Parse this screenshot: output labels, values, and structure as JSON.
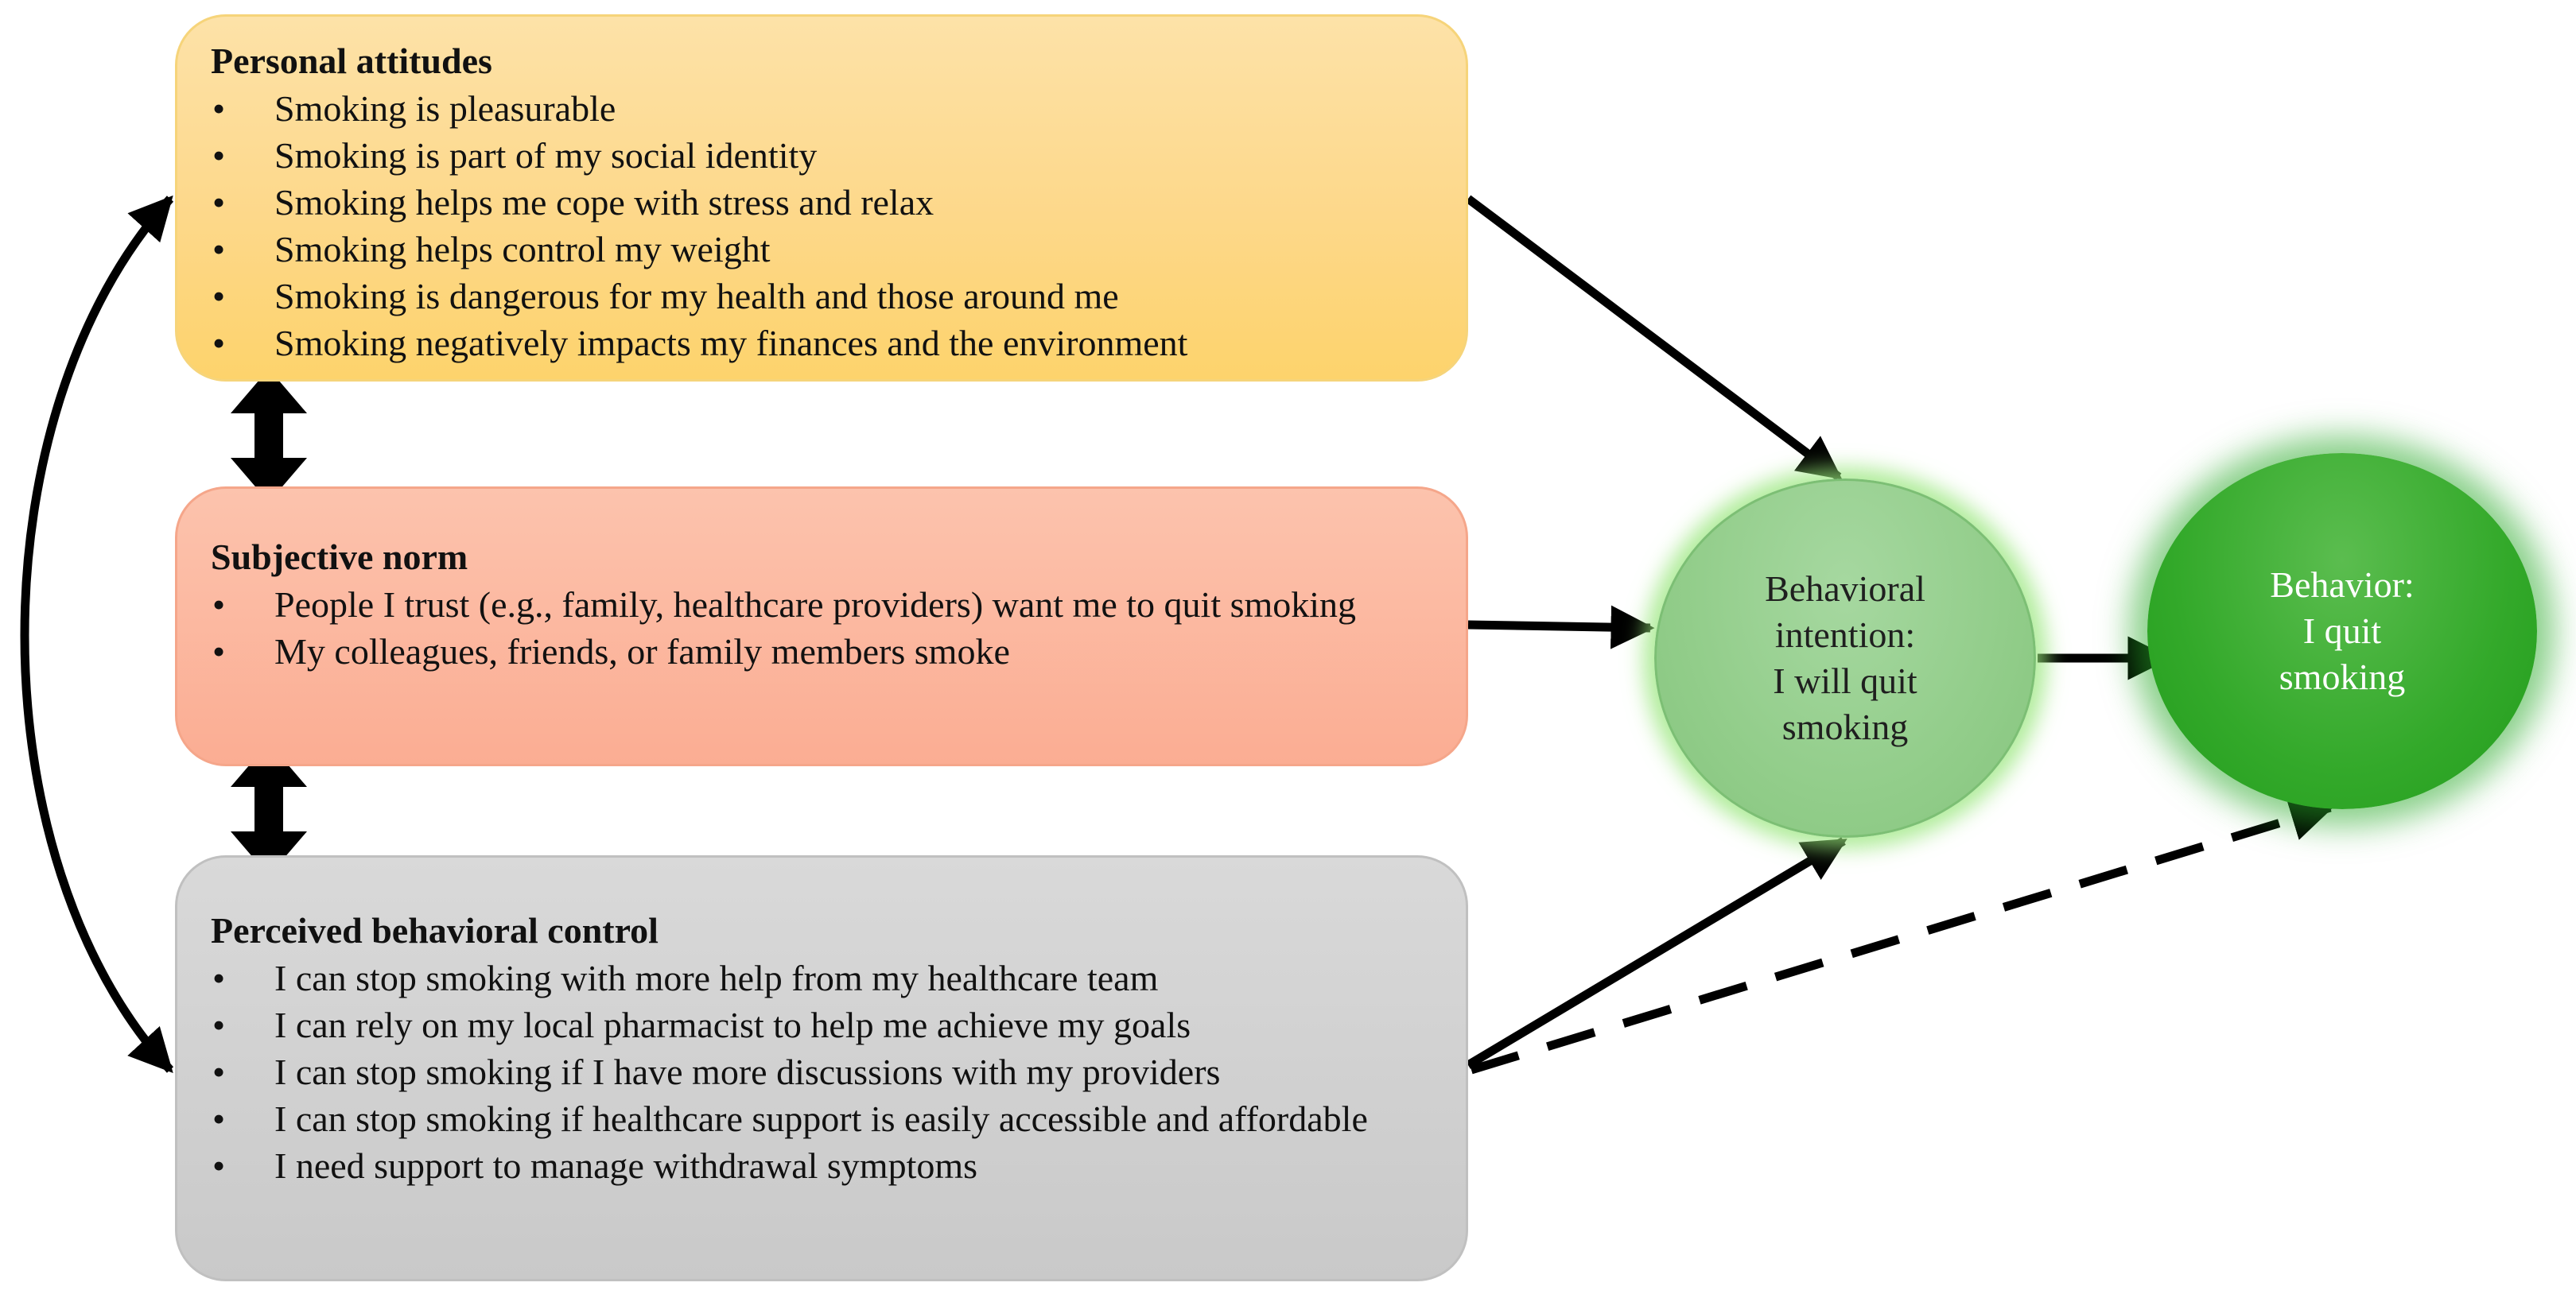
{
  "boxes": {
    "attitudes": {
      "title": "Personal attitudes",
      "items": [
        "Smoking is pleasurable",
        "Smoking is part of my social identity",
        "Smoking helps me cope with stress and relax",
        "Smoking helps control my weight",
        "Smoking is dangerous for my health and those around me",
        "Smoking negatively impacts my finances and the environment"
      ],
      "color": "#fdd88a"
    },
    "norm": {
      "title": "Subjective norm",
      "items": [
        "People I trust (e.g., family, healthcare providers) want me to quit smoking",
        "My colleagues, friends, or family members smoke"
      ],
      "color": "#fbad93"
    },
    "control": {
      "title": "Perceived behavioral control",
      "items": [
        "I can stop smoking with more help from my healthcare team",
        "I can rely on my local pharmacist to help me achieve my goals",
        "I can stop smoking if I have more discussions with my providers",
        "I can stop smoking if healthcare support is easily accessible and affordable",
        "I need support to manage withdrawal symptoms"
      ],
      "color": "#c9c9c9"
    }
  },
  "circles": {
    "intention": {
      "label": "Behavioral\nintention:\nI will quit\nsmoking",
      "color": "#92cd8a"
    },
    "behavior": {
      "label": "Behavior:\nI quit\nsmoking",
      "color": "#33a92a"
    }
  },
  "connectors": [
    "attitudes-to-intention",
    "norm-to-intention",
    "control-to-intention",
    "control-to-behavior-dashed",
    "intention-to-behavior",
    "attitudes-norm-bidirectional",
    "norm-control-bidirectional",
    "attitudes-control-curved-bidirectional"
  ]
}
